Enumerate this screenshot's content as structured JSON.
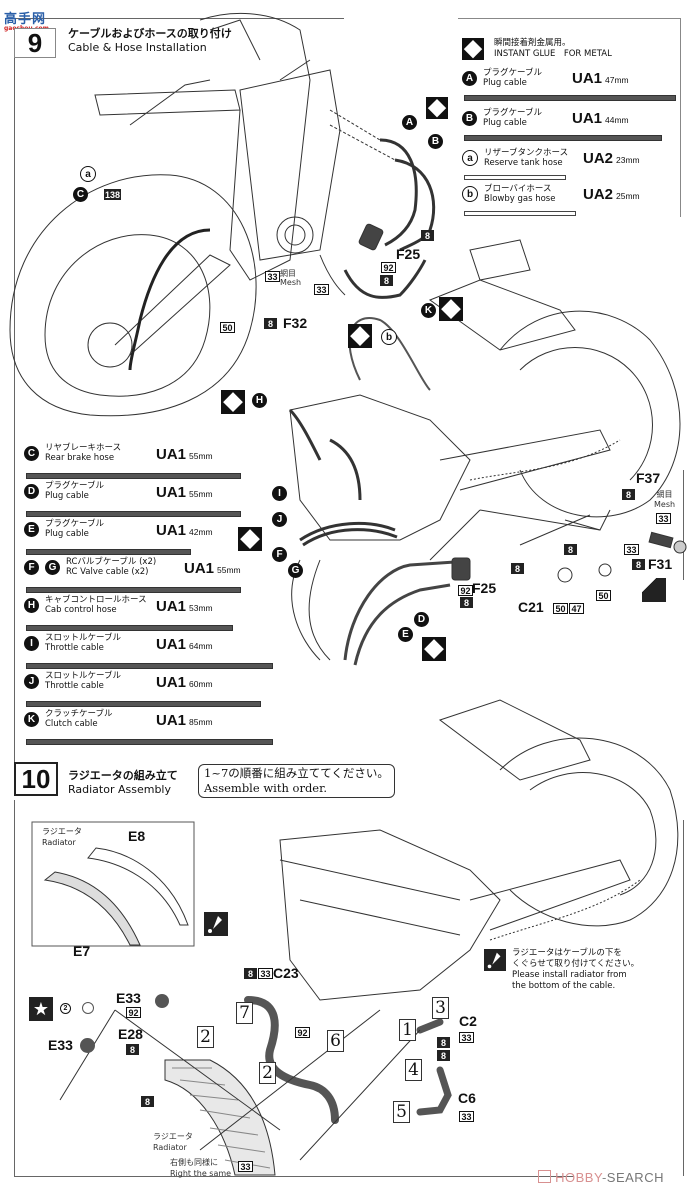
{
  "watermark_top": {
    "cn": "高手网",
    "url": "gaoshou.com"
  },
  "step9": {
    "number": "9",
    "title_jp": "ケーブルおよびホースの取り付け",
    "title_en": "Cable & Hose Installation"
  },
  "glue_legend": {
    "jp": "瞬間接着剤金属用。",
    "en": "INSTANT GLUE　FOR METAL",
    "icon": "diamond-icon"
  },
  "top_cables": [
    {
      "id": "A",
      "style": "filled",
      "jp": "プラグケーブル",
      "en": "Plug cable",
      "code": "UA1",
      "length": "47mm",
      "length_value": 47
    },
    {
      "id": "B",
      "style": "filled",
      "jp": "プラグケーブル",
      "en": "Plug cable",
      "code": "UA1",
      "length": "44mm",
      "length_value": 44
    },
    {
      "id": "a",
      "style": "outline",
      "jp": "リザーブタンクホース",
      "en": "Reserve tank hose",
      "code": "UA2",
      "length": "23mm",
      "length_value": 23
    },
    {
      "id": "b",
      "style": "outline",
      "jp": "ブローバイホース",
      "en": "Blowby gas hose",
      "code": "UA2",
      "length": "25mm",
      "length_value": 25
    }
  ],
  "left_cables": [
    {
      "ids": [
        "C"
      ],
      "jp": "リヤブレーキホース",
      "en": "Rear brake hose",
      "code": "UA1",
      "length": "55mm",
      "length_value": 55
    },
    {
      "ids": [
        "D"
      ],
      "jp": "プラグケーブル",
      "en": "Plug cable",
      "code": "UA1",
      "length": "55mm",
      "length_value": 55
    },
    {
      "ids": [
        "E"
      ],
      "jp": "プラグケーブル",
      "en": "Plug cable",
      "code": "UA1",
      "length": "42mm",
      "length_value": 42
    },
    {
      "ids": [
        "F",
        "G"
      ],
      "jp": "RCバルブケーブル (x2)",
      "en": "RC Valve cable (x2)",
      "code": "UA1",
      "length": "55mm",
      "length_value": 55
    },
    {
      "ids": [
        "H"
      ],
      "jp": "キャブコントロールホース",
      "en": "Cab control hose",
      "code": "UA1",
      "length": "53mm",
      "length_value": 53
    },
    {
      "ids": [
        "I"
      ],
      "jp": "スロットルケーブル",
      "en": "Throttle cable",
      "code": "UA1",
      "length": "64mm",
      "length_value": 64
    },
    {
      "ids": [
        "J"
      ],
      "jp": "スロットルケーブル",
      "en": "Throttle cable",
      "code": "UA1",
      "length": "60mm",
      "length_value": 60
    },
    {
      "ids": [
        "K"
      ],
      "jp": "クラッチケーブル",
      "en": "Clutch cable",
      "code": "UA1",
      "length": "85mm",
      "length_value": 85
    }
  ],
  "step9_callouts": {
    "a": "a",
    "b": "b",
    "C": "C",
    "A": "A",
    "B": "B",
    "K": "K",
    "H": "H",
    "I": "I",
    "J": "J",
    "F": "F",
    "G": "G",
    "D": "D",
    "E": "E",
    "paint_138": "138",
    "paint_33": "33",
    "paint_8": "8",
    "paint_92": "92",
    "paint_50": "50",
    "paint_47": "47",
    "mesh_jp": "網目",
    "mesh_en": "Mesh",
    "F32": "F32",
    "F25": "F25",
    "F37": "F37",
    "F31": "F31",
    "C21": "C21"
  },
  "step10": {
    "number": "10",
    "title_jp": "ラジエータの組み立て",
    "title_en": "Radiator Assembly",
    "order_note_jp": "1~7の順番に組み立ててください。",
    "order_note_en": "Assemble with order.",
    "inset_label_jp": "ラジエータ",
    "inset_label_en": "Radiator",
    "inset_parts": {
      "E8": "E8",
      "E7": "E7"
    },
    "warning_jp_1": "ラジエータはケーブルの下を",
    "warning_jp_2": "くぐらせて取り付けてください。",
    "warning_en_1": "Please install radiator from",
    "warning_en_2": "the bottom of the cable.",
    "radiator_label_jp": "ラジエータ",
    "radiator_label_en": "Radiator",
    "right_same_jp": "右側も同様に",
    "right_same_en": "Right the same",
    "parts": {
      "E33": "E33",
      "E28": "E28",
      "C23": "C23",
      "C2": "C2",
      "C6": "C6"
    },
    "paints": {
      "p2": "2",
      "p92": "92",
      "p8": "8",
      "p33": "33"
    },
    "order_numbers": [
      "1",
      "2",
      "3",
      "4",
      "5",
      "6",
      "7"
    ]
  },
  "watermark_bottom": {
    "brand": "HOBBY",
    "suffix": "SEARCH"
  }
}
